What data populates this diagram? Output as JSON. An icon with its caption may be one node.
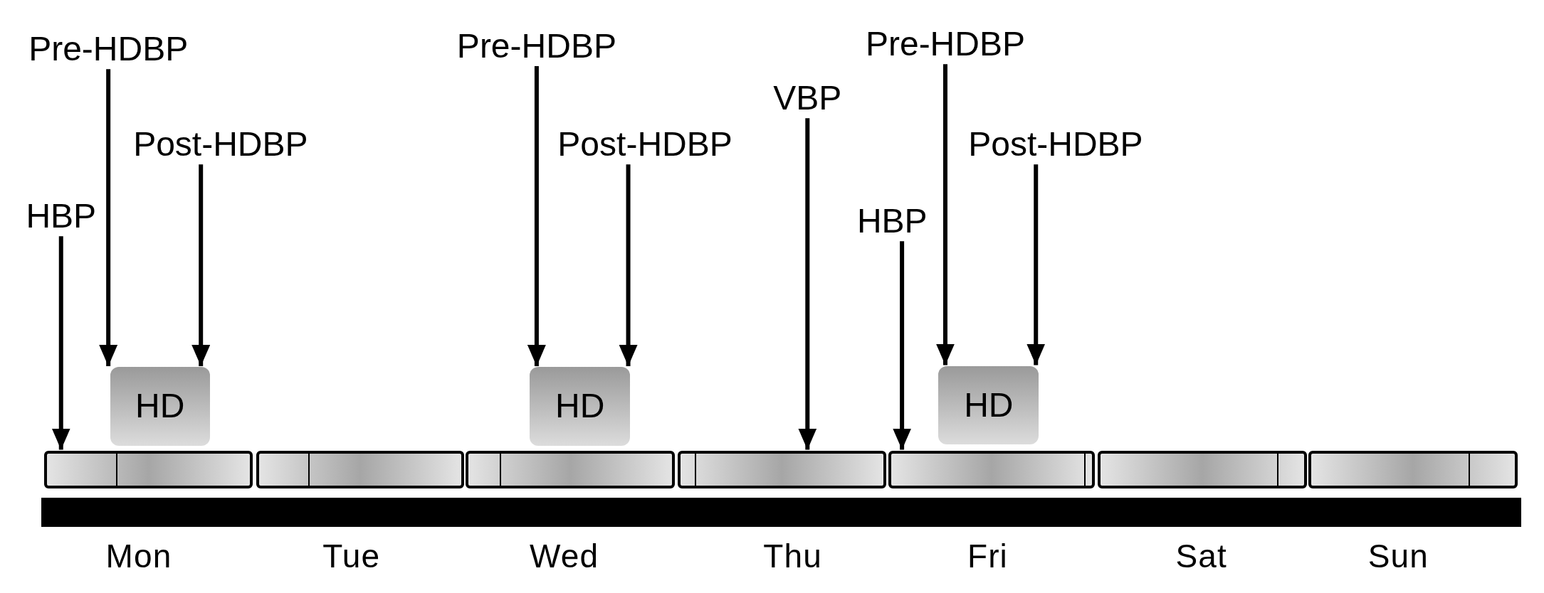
{
  "diagram": {
    "nodes": [
      {
        "text": [
          "Pre-HDBP"
        ]
      },
      {
        "text": [
          "Post-HDBP"
        ]
      },
      {
        "text": [
          "HBP"
        ]
      },
      {
        "text": [
          "Pre-HDBP"
        ]
      },
      {
        "text": [
          "Post-HDBP"
        ]
      },
      {
        "text": [
          "VBP"
        ]
      },
      {
        "text": [
          "Pre-HDBP"
        ]
      },
      {
        "text": [
          "Post-HDBP"
        ]
      },
      {
        "text": [
          "HBP"
        ]
      },
      {
        "text": [
          "HD"
        ]
      },
      {
        "text": [
          "HD"
        ]
      },
      {
        "text": [
          "HD"
        ]
      },
      {
        "text": [],
        "shape": "bar"
      },
      {
        "text": [],
        "shape": "bar"
      },
      {
        "text": [],
        "shape": "bar"
      },
      {
        "text": [],
        "shape": "bar"
      },
      {
        "text": [],
        "shape": "bar"
      },
      {
        "text": [],
        "shape": "bar"
      },
      {
        "text": [],
        "shape": "bar"
      },
      {
        "text": [],
        "shape": "bar"
      }
    ],
    "edges": [
      {
        "from": 0,
        "to": 9,
        "arrow": "to"
      },
      {
        "from": 1,
        "to": 9,
        "arrow": "to"
      },
      {
        "from": 2,
        "to": 12,
        "arrow": "to"
      },
      {
        "from": 3,
        "to": 10,
        "arrow": "to"
      },
      {
        "from": 4,
        "to": 10,
        "arrow": "to"
      },
      {
        "from": 5,
        "to": 15,
        "arrow": "to"
      },
      {
        "from": 6,
        "to": 11,
        "arrow": "to"
      },
      {
        "from": 7,
        "to": 11,
        "arrow": "to"
      },
      {
        "from": 8,
        "to": 16,
        "arrow": "to"
      }
    ],
    "labels": [
      "Mon",
      "Tue",
      "Wed",
      "Thu",
      "Fri",
      "Sat",
      "Sun"
    ]
  }
}
